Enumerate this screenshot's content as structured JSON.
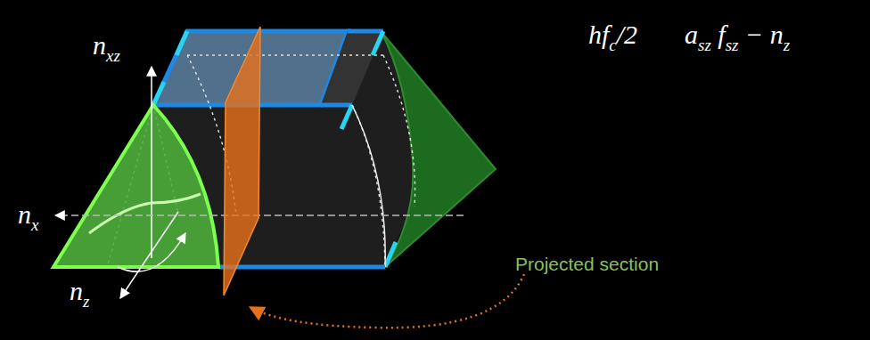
{
  "diagram": {
    "labels": [
      "nxz",
      "nx",
      "nz",
      "hfc/2",
      "asz fsz − nz",
      "Projected section"
    ]
  }
}
